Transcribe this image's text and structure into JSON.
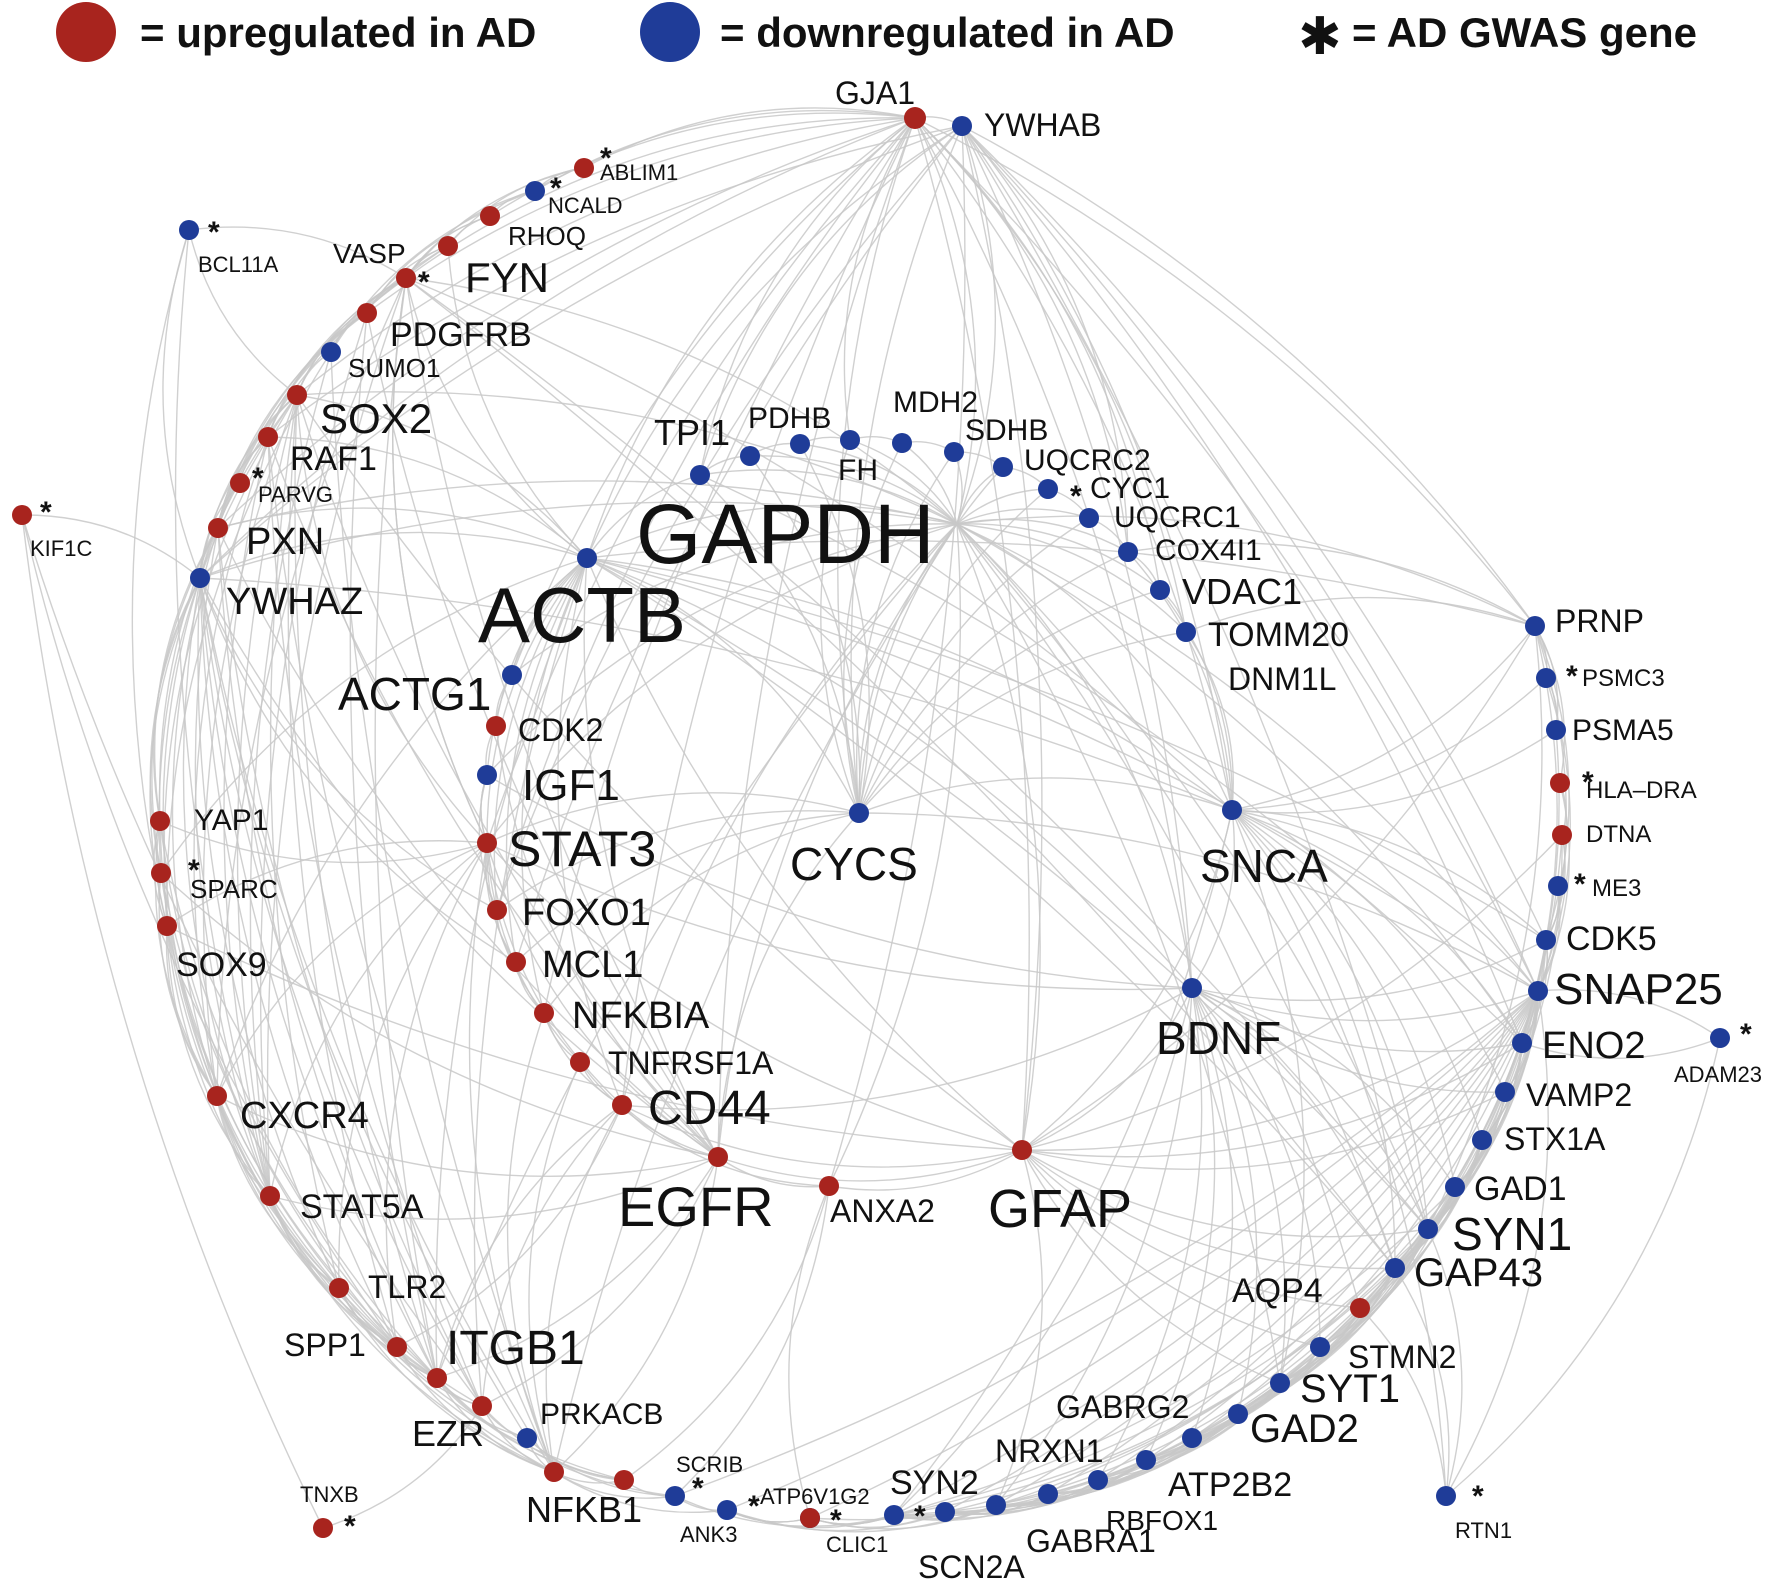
{
  "legend": {
    "items": [
      {
        "key": "up",
        "label": "= upregulated in AD"
      },
      {
        "key": "down",
        "label": "= downregulated in AD"
      },
      {
        "key": "gwas",
        "symbol": "✱",
        "label": "= AD GWAS gene"
      }
    ]
  },
  "colors": {
    "up": "#a8241e",
    "down": "#1f3c98",
    "edge": "#c8c8c8"
  },
  "gwas_marker": "*",
  "nodes": [
    {
      "id": "GJA1",
      "label": "GJA1",
      "status": "up",
      "gwas": false
    },
    {
      "id": "YWHAB",
      "label": "YWHAB",
      "status": "down",
      "gwas": false
    },
    {
      "id": "ABLIM1",
      "label": "ABLIM1",
      "status": "up",
      "gwas": true
    },
    {
      "id": "NCALD",
      "label": "NCALD",
      "status": "down",
      "gwas": true
    },
    {
      "id": "RHOQ",
      "label": "RHOQ",
      "status": "up",
      "gwas": false
    },
    {
      "id": "BCL11A",
      "label": "BCL11A",
      "status": "down",
      "gwas": true
    },
    {
      "id": "VASP",
      "label": "VASP",
      "status": "up",
      "gwas": false
    },
    {
      "id": "FYN",
      "label": "FYN",
      "status": "up",
      "gwas": true
    },
    {
      "id": "PDGFRB",
      "label": "PDGFRB",
      "status": "up",
      "gwas": false
    },
    {
      "id": "SUMO1",
      "label": "SUMO1",
      "status": "down",
      "gwas": false
    },
    {
      "id": "SOX2",
      "label": "SOX2",
      "status": "up",
      "gwas": false
    },
    {
      "id": "RAF1",
      "label": "RAF1",
      "status": "up",
      "gwas": false
    },
    {
      "id": "PARVG",
      "label": "PARVG",
      "status": "up",
      "gwas": true
    },
    {
      "id": "KIF1C",
      "label": "KIF1C",
      "status": "up",
      "gwas": true
    },
    {
      "id": "PXN",
      "label": "PXN",
      "status": "up",
      "gwas": false
    },
    {
      "id": "YWHAZ",
      "label": "YWHAZ",
      "status": "down",
      "gwas": false
    },
    {
      "id": "TPI1",
      "label": "TPI1",
      "status": "down",
      "gwas": false
    },
    {
      "id": "PDHB",
      "label": "PDHB",
      "status": "down",
      "gwas": false
    },
    {
      "id": "FH",
      "label": "FH",
      "status": "down",
      "gwas": false
    },
    {
      "id": "MDH2",
      "label": "MDH2",
      "status": "down",
      "gwas": false
    },
    {
      "id": "SDHB",
      "label": "SDHB",
      "status": "down",
      "gwas": false
    },
    {
      "id": "UQCRC2",
      "label": "UQCRC2",
      "status": "down",
      "gwas": false
    },
    {
      "id": "CYC1",
      "label": "CYC1",
      "status": "down",
      "gwas": true
    },
    {
      "id": "UQCRC1",
      "label": "UQCRC1",
      "status": "down",
      "gwas": false
    },
    {
      "id": "COX4I1",
      "label": "COX4I1",
      "status": "down",
      "gwas": false
    },
    {
      "id": "VDAC1",
      "label": "VDAC1",
      "status": "down",
      "gwas": false
    },
    {
      "id": "TOMM20",
      "label": "TOMM20",
      "status": "down",
      "gwas": false
    },
    {
      "id": "DNM1L",
      "label": "DNM1L",
      "status": "down",
      "gwas": false
    },
    {
      "id": "GAPDH",
      "label": "GAPDH",
      "status": "down",
      "gwas": false
    },
    {
      "id": "ACTB",
      "label": "ACTB",
      "status": "down",
      "gwas": false
    },
    {
      "id": "ACTG1",
      "label": "ACTG1",
      "status": "down",
      "gwas": false
    },
    {
      "id": "CDK2",
      "label": "CDK2",
      "status": "up",
      "gwas": false
    },
    {
      "id": "IGF1",
      "label": "IGF1",
      "status": "down",
      "gwas": false
    },
    {
      "id": "STAT3",
      "label": "STAT3",
      "status": "up",
      "gwas": false
    },
    {
      "id": "FOXO1",
      "label": "FOXO1",
      "status": "up",
      "gwas": false
    },
    {
      "id": "MCL1",
      "label": "MCL1",
      "status": "up",
      "gwas": false
    },
    {
      "id": "NFKBIA",
      "label": "NFKBIA",
      "status": "up",
      "gwas": false
    },
    {
      "id": "TNFRSF1A",
      "label": "TNFRSF1A",
      "status": "up",
      "gwas": false
    },
    {
      "id": "CD44",
      "label": "CD44",
      "status": "up",
      "gwas": false
    },
    {
      "id": "EGFR",
      "label": "EGFR",
      "status": "up",
      "gwas": false
    },
    {
      "id": "ANXA2",
      "label": "ANXA2",
      "status": "up",
      "gwas": false
    },
    {
      "id": "GFAP",
      "label": "GFAP",
      "status": "up",
      "gwas": false
    },
    {
      "id": "CYCS",
      "label": "CYCS",
      "status": "down",
      "gwas": false
    },
    {
      "id": "SNCA",
      "label": "SNCA",
      "status": "down",
      "gwas": false
    },
    {
      "id": "BDNF",
      "label": "BDNF",
      "status": "down",
      "gwas": false
    },
    {
      "id": "PRNP",
      "label": "PRNP",
      "status": "down",
      "gwas": false
    },
    {
      "id": "PSMC3",
      "label": "PSMC3",
      "status": "down",
      "gwas": true
    },
    {
      "id": "PSMA5",
      "label": "PSMA5",
      "status": "down",
      "gwas": false
    },
    {
      "id": "HLA-DRA",
      "label": "HLA–DRA",
      "status": "up",
      "gwas": true
    },
    {
      "id": "DTNA",
      "label": "DTNA",
      "status": "up",
      "gwas": false
    },
    {
      "id": "ME3",
      "label": "ME3",
      "status": "down",
      "gwas": true
    },
    {
      "id": "CDK5",
      "label": "CDK5",
      "status": "down",
      "gwas": false
    },
    {
      "id": "SNAP25",
      "label": "SNAP25",
      "status": "down",
      "gwas": false
    },
    {
      "id": "ENO2",
      "label": "ENO2",
      "status": "down",
      "gwas": false
    },
    {
      "id": "ADAM23",
      "label": "ADAM23",
      "status": "down",
      "gwas": true
    },
    {
      "id": "VAMP2",
      "label": "VAMP2",
      "status": "down",
      "gwas": false
    },
    {
      "id": "STX1A",
      "label": "STX1A",
      "status": "down",
      "gwas": false
    },
    {
      "id": "GAD1",
      "label": "GAD1",
      "status": "down",
      "gwas": false
    },
    {
      "id": "SYN1",
      "label": "SYN1",
      "status": "down",
      "gwas": false
    },
    {
      "id": "GAP43",
      "label": "GAP43",
      "status": "down",
      "gwas": false
    },
    {
      "id": "AQP4",
      "label": "AQP4",
      "status": "up",
      "gwas": false
    },
    {
      "id": "STMN2",
      "label": "STMN2",
      "status": "down",
      "gwas": false
    },
    {
      "id": "SYT1",
      "label": "SYT1",
      "status": "down",
      "gwas": false
    },
    {
      "id": "GAD2",
      "label": "GAD2",
      "status": "down",
      "gwas": false
    },
    {
      "id": "GABRG2",
      "label": "GABRG2",
      "status": "down",
      "gwas": false
    },
    {
      "id": "NRXN1",
      "label": "NRXN1",
      "status": "down",
      "gwas": false
    },
    {
      "id": "ATP2B2",
      "label": "ATP2B2",
      "status": "down",
      "gwas": false
    },
    {
      "id": "RBFOX1",
      "label": "RBFOX1",
      "status": "down",
      "gwas": false
    },
    {
      "id": "GABRA1",
      "label": "GABRA1",
      "status": "down",
      "gwas": false
    },
    {
      "id": "SCN2A",
      "label": "SCN2A",
      "status": "down",
      "gwas": false
    },
    {
      "id": "SYN2",
      "label": "SYN2",
      "status": "down",
      "gwas": false
    },
    {
      "id": "CLIC1",
      "label": "CLIC1",
      "status": "down",
      "gwas": true
    },
    {
      "id": "ATP6V1G2",
      "label": "ATP6V1G2",
      "status": "up",
      "gwas": true
    },
    {
      "id": "ANK3",
      "label": "ANK3",
      "status": "down",
      "gwas": true
    },
    {
      "id": "SCRIB",
      "label": "SCRIB",
      "status": "down",
      "gwas": true
    },
    {
      "id": "RTN1",
      "label": "RTN1",
      "status": "down",
      "gwas": true
    },
    {
      "id": "NFKB1",
      "label": "NFKB1",
      "status": "up",
      "gwas": false
    },
    {
      "id": "RELA",
      "label": "",
      "status": "up",
      "gwas": false
    },
    {
      "id": "PRKACB",
      "label": "PRKACB",
      "status": "down",
      "gwas": false
    },
    {
      "id": "EZR",
      "label": "EZR",
      "status": "up",
      "gwas": false
    },
    {
      "id": "ITGB1",
      "label": "ITGB1",
      "status": "up",
      "gwas": false
    },
    {
      "id": "SPP1",
      "label": "SPP1",
      "status": "up",
      "gwas": false
    },
    {
      "id": "TLR2",
      "label": "TLR2",
      "status": "up",
      "gwas": false
    },
    {
      "id": "STAT5A",
      "label": "STAT5A",
      "status": "up",
      "gwas": false
    },
    {
      "id": "CXCR4",
      "label": "CXCR4",
      "status": "up",
      "gwas": false
    },
    {
      "id": "SOX9",
      "label": "SOX9",
      "status": "up",
      "gwas": false
    },
    {
      "id": "SPARC",
      "label": "SPARC",
      "status": "up",
      "gwas": true
    },
    {
      "id": "YAP1",
      "label": "YAP1",
      "status": "up",
      "gwas": false
    },
    {
      "id": "TNXB",
      "label": "TNXB",
      "status": "up",
      "gwas": true
    }
  ]
}
